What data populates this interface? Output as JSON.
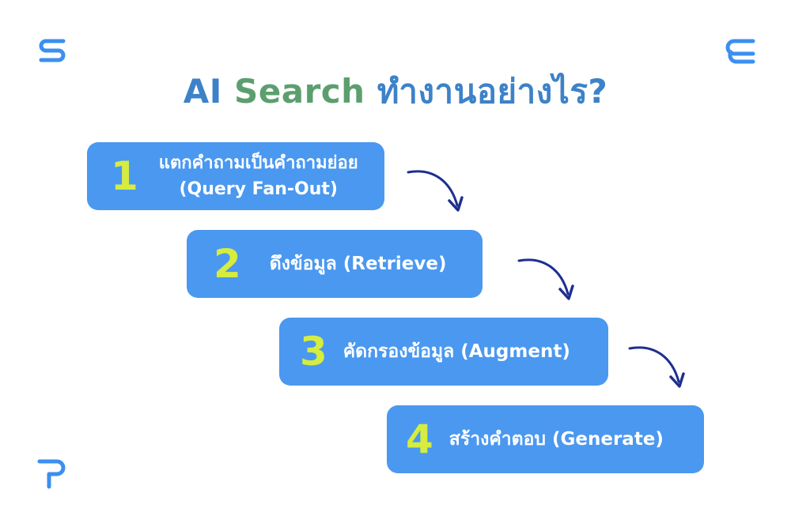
{
  "title": {
    "part_ai": "AI",
    "part_search": "Search",
    "part_thai": "ทำงานอย่างไร?"
  },
  "steps": [
    {
      "number": "1",
      "line1": "แตกคำถามเป็นคำถามย่อย",
      "line2": "(Query Fan-Out)"
    },
    {
      "number": "2",
      "label": "ดึงข้อมูล (Retrieve)"
    },
    {
      "number": "3",
      "label": "คัดกรองข้อมูล (Augment)"
    },
    {
      "number": "4",
      "label": "สร้างคำตอบ (Generate)"
    }
  ],
  "colors": {
    "box": "#4a98f0",
    "number": "#d6ec3f",
    "arrow": "#1e2f8f",
    "logo": "#3b8ff0",
    "title_blue": "#3d82c8",
    "title_green": "#5c9f6f"
  },
  "icons": [
    "logo-s-icon",
    "logo-e-icon",
    "logo-p-icon",
    "curved-arrow-icon"
  ]
}
